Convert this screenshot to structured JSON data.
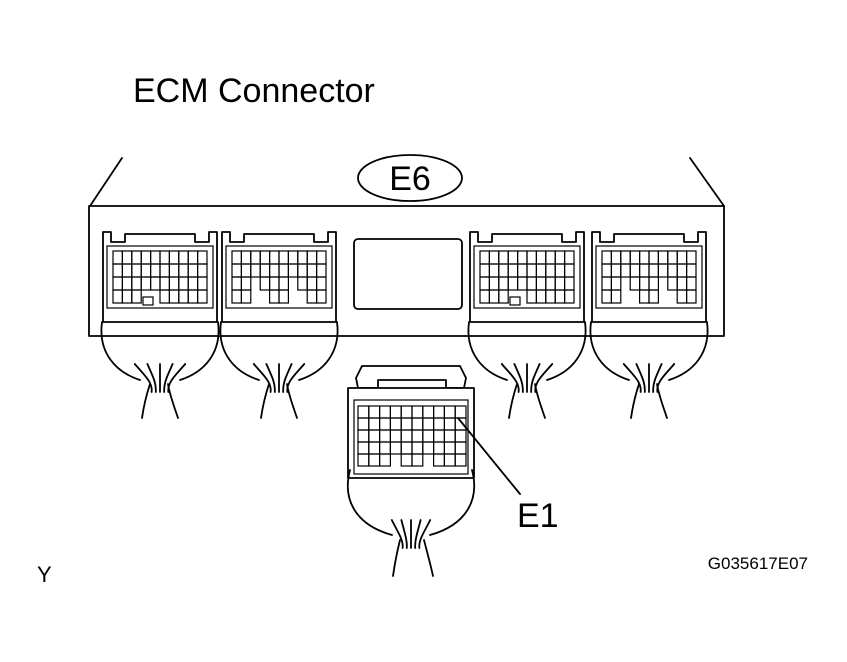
{
  "diagram": {
    "title": "ECM Connector",
    "callouts": {
      "top_connector": "E6",
      "bottom_connector": "E1"
    },
    "corner_label": "Y",
    "figure_id": "G035617E07"
  }
}
